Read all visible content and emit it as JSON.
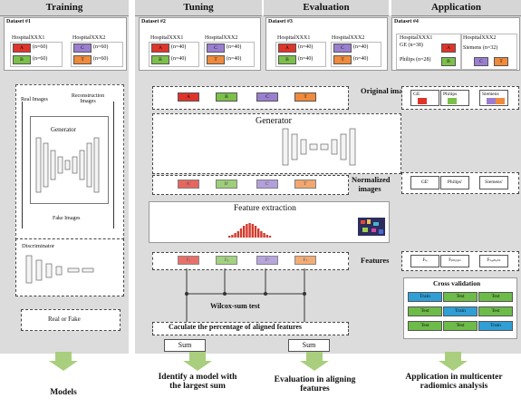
{
  "headers": {
    "training": "Training",
    "tuning": "Tuning",
    "evaluation": "Evaluation",
    "application": "Application"
  },
  "datasets": {
    "d1": {
      "title": "Dataset #1",
      "h1": "HospitalXXX1",
      "h2": "HospitalXXX2",
      "chips": [
        {
          "letter": "A",
          "count": "(n=60)",
          "color": "#e0342a"
        },
        {
          "letter": "B",
          "count": "(n=60)",
          "color": "#7cc04a"
        },
        {
          "letter": "C",
          "count": "(n=60)",
          "color": "#9a7fd0"
        },
        {
          "letter": "T",
          "count": "(n=60)",
          "color": "#f08a3c"
        }
      ]
    },
    "d2": {
      "title": "Dataset #2",
      "h1": "HospitalXXX1",
      "h2": "HospitalXXX2",
      "chips": [
        {
          "letter": "A",
          "count": "(n=40)",
          "color": "#e0342a"
        },
        {
          "letter": "B",
          "count": "(n=40)",
          "color": "#7cc04a"
        },
        {
          "letter": "C",
          "count": "(n=40)",
          "color": "#9a7fd0"
        },
        {
          "letter": "T",
          "count": "(n=40)",
          "color": "#f08a3c"
        }
      ]
    },
    "d3": {
      "title": "Dataset #3",
      "h1": "HospitalXXX1",
      "h2": "HospitalXXX2",
      "chips": [
        {
          "letter": "A",
          "count": "(n=40)",
          "color": "#e0342a"
        },
        {
          "letter": "B",
          "count": "(n=40)",
          "color": "#7cc04a"
        },
        {
          "letter": "C",
          "count": "(n=40)",
          "color": "#9a7fd0"
        },
        {
          "letter": "T",
          "count": "(n=40)",
          "color": "#f08a3c"
        }
      ]
    },
    "d4": {
      "title": "Dataset #4",
      "h1": "HospitalXXX1",
      "h2": "HospitalXXX2",
      "ge": "GE (n=38)",
      "philips": "Philips (n=28)",
      "siemens": "Siemens (n=32)",
      "chipA": "A",
      "chipB": "B",
      "chipC": "C",
      "chipT": "T"
    }
  },
  "training": {
    "real_images": "Real Images",
    "recon_images": "Reconstruction Images",
    "generator": "Generator",
    "fake_images": "Fake Images",
    "discriminator": "Discriminator",
    "real_or_fake": "Real  or  Fake"
  },
  "middle": {
    "original_images": "Original images",
    "generator": "Generator",
    "normalized_images": "Normalized images",
    "feature_extraction": "Feature extraction",
    "features": "Features",
    "orig_letters": [
      "A",
      "B",
      "C",
      "T"
    ],
    "norm_letters": [
      "A'",
      "B'",
      "C'",
      "T'"
    ],
    "feat_letters": [
      "Fₐ",
      "Fᵦ",
      "Fᶜ",
      "Fₜ"
    ],
    "wilcox": "Wilcox-sum test",
    "calc": "Caculate the percentage of aligned features",
    "sum1": "Sum",
    "sum2": "Sum"
  },
  "application": {
    "orig": [
      "GE",
      "Philips",
      "Siemens"
    ],
    "norm": [
      "GE'",
      "Philips'",
      "Siemens'"
    ],
    "feat": [
      "Fₗₑ",
      "Fₚₕᵢₗᵢₚₛ",
      "Fₛᵢₑₘₑₙₛ"
    ],
    "cv_title": "Cross validation",
    "cv_rows": [
      [
        "Train",
        "Test",
        "Test"
      ],
      [
        "Test",
        "Train",
        "Test"
      ],
      [
        "Test",
        "Test",
        "Train"
      ]
    ]
  },
  "outcomes": {
    "models": "Models",
    "identify": "Identify a model with the largest sum",
    "evaluation": "Evaluation in aligning features",
    "application": "Application in multicenter radiomics analysis"
  },
  "colors": {
    "red": "#e0342a",
    "green": "#7cc04a",
    "purple": "#9a7fd0",
    "orange": "#f08a3c",
    "train": "#2f9fd6",
    "test": "#6dbb48",
    "arrow": "#a9cf7e"
  }
}
